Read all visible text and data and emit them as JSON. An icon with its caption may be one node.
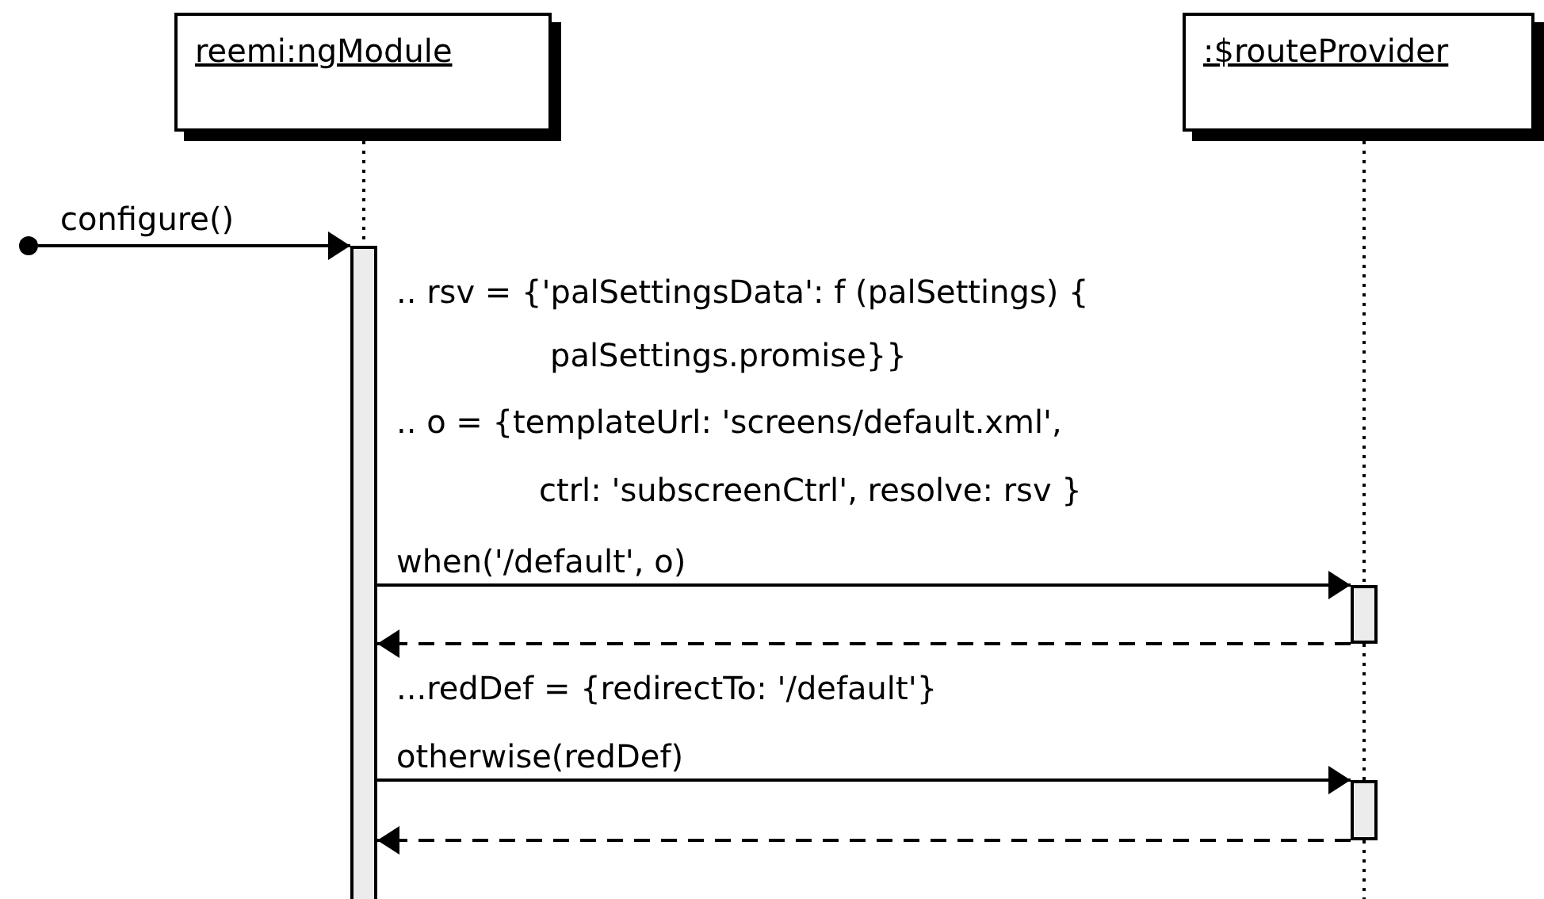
{
  "diagram": {
    "nodes": [
      {
        "text": [
          "reemi:ngModule"
        ]
      },
      {
        "text": [
          ":$routeProvider"
        ]
      },
      {
        "text": [],
        "shape": "bar"
      },
      {
        "text": [],
        "shape": "bar"
      },
      {
        "text": [],
        "shape": "bar"
      },
      {
        "text": [],
        "shape": "circle"
      }
    ],
    "edges": [
      {
        "from": 5,
        "to": 2,
        "arrow": "to",
        "label": "configure()"
      },
      {
        "from": 2,
        "to": 3,
        "arrow": "to",
        "label": "when('/default', o)"
      },
      {
        "from": 3,
        "to": 2,
        "arrow": "to",
        "style": "dashed"
      },
      {
        "from": 2,
        "to": 4,
        "arrow": "to",
        "label": "otherwise(redDef)"
      },
      {
        "from": 4,
        "to": 2,
        "arrow": "to",
        "style": "dashed"
      },
      {
        "from": 0,
        "to": 2,
        "arrow": "none",
        "style": "dashed"
      },
      {
        "from": 1,
        "to": 3,
        "arrow": "none",
        "style": "dashed"
      },
      {
        "from": 3,
        "to": 4,
        "arrow": "none",
        "style": "dashed"
      },
      {
        "from": 4,
        "to": null,
        "arrow": "none",
        "style": "dashed"
      }
    ],
    "labels": [
      ".. rsv = {'palSettingsData': f (palSettings) {",
      "palSettings.promise}}",
      ".. o = {templateUrl: 'screens/default.xml',",
      "ctrl: 'subscreenCtrl', resolve: rsv }",
      "...redDef = {redirectTo: '/default'}"
    ]
  }
}
